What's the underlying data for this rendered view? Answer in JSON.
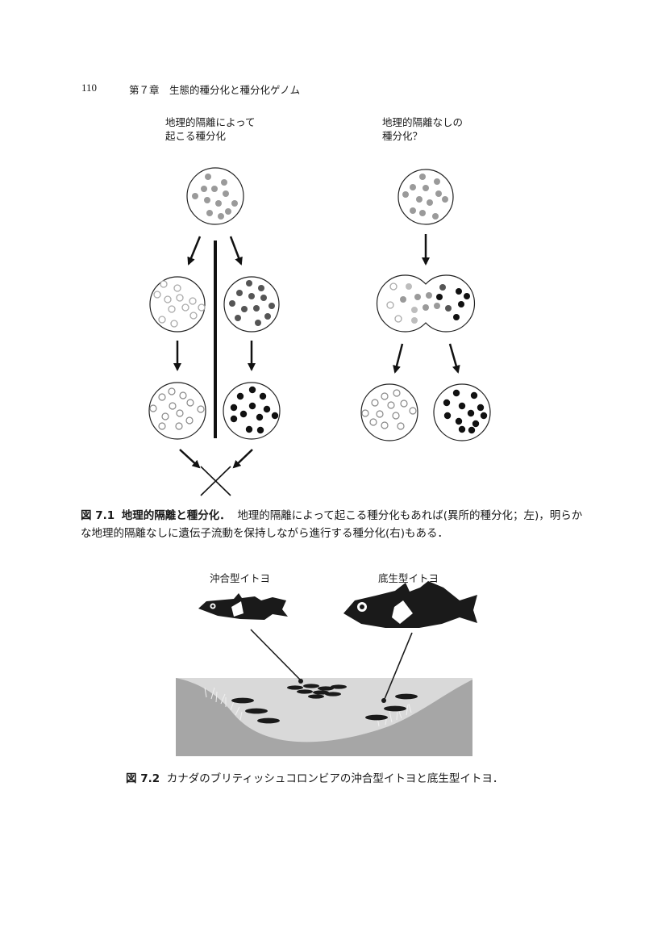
{
  "header": {
    "page_number": "110",
    "running_head": "第７章　生態的種分化と種分化ゲノム"
  },
  "figure_7_1": {
    "label_left_line1": "地理的隔離によって",
    "label_left_line2": "起こる種分化",
    "label_right_line1": "地理的隔離なしの",
    "label_right_line2": "種分化？",
    "caption_number": "図 7.1",
    "caption_title": "地理的隔離と種分化．",
    "caption_body": "地理的隔離によって起こる種分化もあれば(異所的種分化；左)，明らかな地理的隔離なしに遺伝子流動を保持しながら進行する種分化(右)もある．",
    "colors": {
      "gray_dot": "#9a9a9a",
      "light_dot": "#bdbdbd",
      "dark_dot": "#555555",
      "black_dot": "#111111"
    }
  },
  "figure_7_2": {
    "fish_left_label": "沖合型イトヨ",
    "fish_right_label": "底生型イトヨ",
    "caption_number": "図 7.2",
    "caption_body": "カナダのブリティッシュコロンビアの沖合型イトヨと底生型イトヨ．",
    "colors": {
      "water": "#d9d9d9",
      "ground": "#a6a6a6",
      "fish": "#1a1a1a"
    }
  }
}
